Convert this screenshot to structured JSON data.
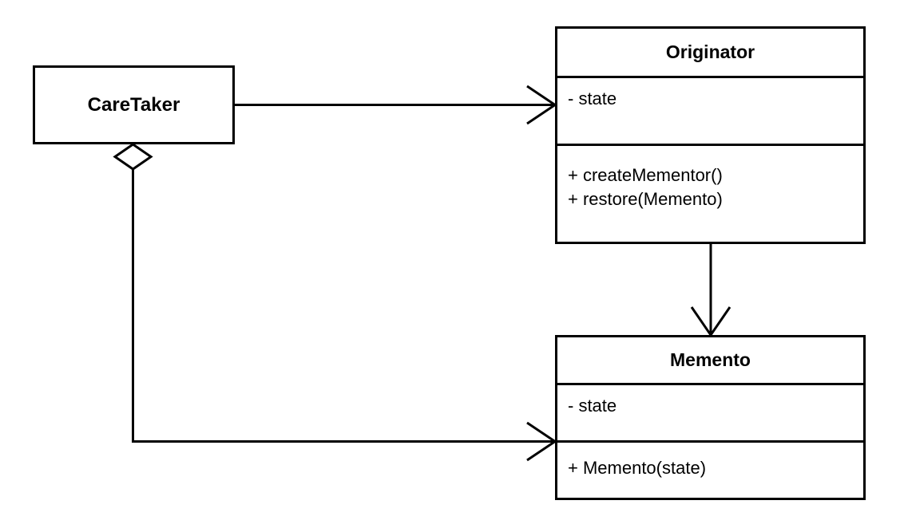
{
  "diagram": {
    "type": "uml-class-diagram",
    "pattern": "Memento",
    "background_color": "#ffffff",
    "stroke_color": "#000000",
    "text_color": "#000000"
  },
  "classes": {
    "caretaker": {
      "name": "CareTaker",
      "compartments": 1,
      "attributes": [],
      "methods": []
    },
    "originator": {
      "name": "Originator",
      "compartments": 3,
      "attributes": [
        {
          "visibility": "-",
          "text": "- state"
        }
      ],
      "methods": [
        {
          "visibility": "+",
          "text": "+ createMementor()"
        },
        {
          "visibility": "+",
          "text": "+ restore(Memento)"
        }
      ]
    },
    "memento": {
      "name": "Memento",
      "compartments": 3,
      "attributes": [
        {
          "visibility": "-",
          "text": "- state"
        }
      ],
      "methods": [
        {
          "visibility": "+",
          "text": "+ Memento(state)"
        }
      ]
    }
  },
  "relationships": [
    {
      "id": "caretaker-to-originator",
      "kind": "association",
      "arrowhead": "open",
      "source": "CareTaker",
      "target": "Originator",
      "label": ""
    },
    {
      "id": "originator-to-memento",
      "kind": "association",
      "arrowhead": "open",
      "source": "Originator",
      "target": "Memento",
      "label": ""
    },
    {
      "id": "caretaker-aggregates-memento",
      "kind": "aggregation",
      "arrowhead": "open",
      "source_decoration": "hollow-diamond",
      "source": "CareTaker",
      "target": "Memento",
      "label": ""
    }
  ]
}
